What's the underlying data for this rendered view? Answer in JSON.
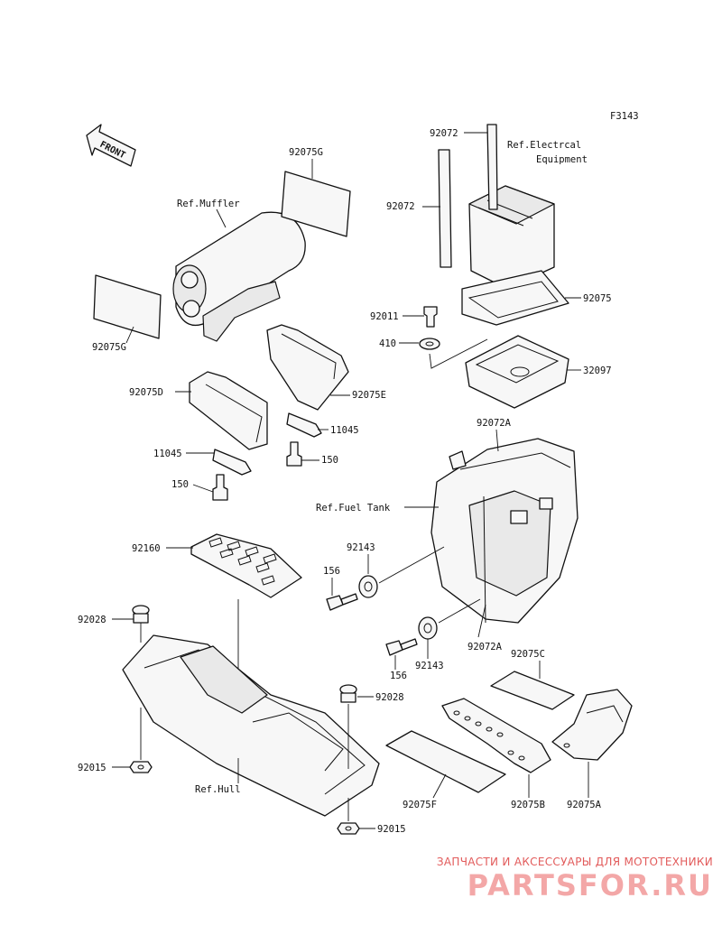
{
  "figure_code": "F3143",
  "front_label": "FRONT",
  "labels": {
    "ref_muffler": "Ref.Muffler",
    "ref_electrical": "Ref.Electrcal",
    "ref_electrical_2": "Equipment",
    "ref_fuel_tank": "Ref.Fuel Tank",
    "ref_hull": "Ref.Hull",
    "p92072_top": "92072",
    "p92072_left": "92072",
    "p92075g_top": "92075G",
    "p92075g_left": "92075G",
    "p92075": "92075",
    "p92011": "92011",
    "p410": "410",
    "p32097": "32097",
    "p92075d": "92075D",
    "p92075e": "92075E",
    "p11045_right": "11045",
    "p11045_left": "11045",
    "p150_right": "150",
    "p150_left": "150",
    "p92072a_top": "92072A",
    "p92072a_bottom": "92072A",
    "p92160": "92160",
    "p92143_top": "92143",
    "p92143_bottom": "92143",
    "p156_top": "156",
    "p156_bottom": "156",
    "p92028_left": "92028",
    "p92028_right": "92028",
    "p92075c": "92075C",
    "p92015_left": "92015",
    "p92015_bottom": "92015",
    "p92075f": "92075F",
    "p92075b": "92075B",
    "p92075a": "92075A"
  },
  "watermark": {
    "top": "ЗАПЧАСТИ И АКСЕССУАРЫ ДЛЯ МОТОТЕХНИКИ",
    "logo": "PARTSFOR.RU"
  }
}
